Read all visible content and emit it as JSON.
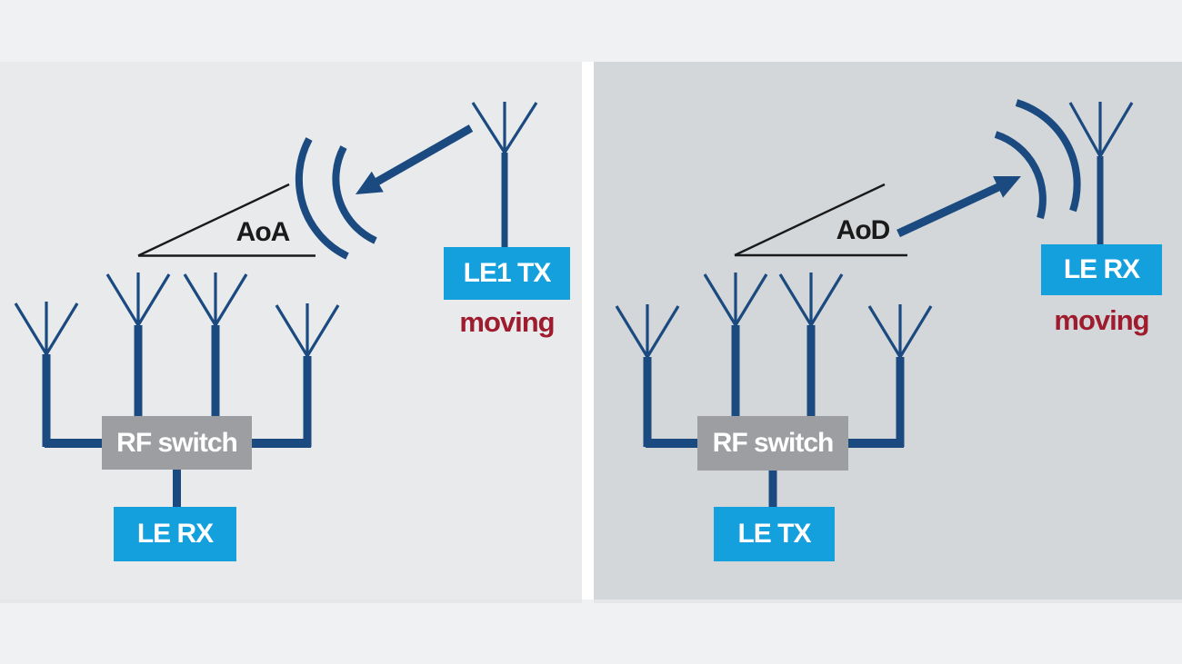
{
  "figure": {
    "left_panel": {
      "angle_label": "AoA",
      "mobile_node": {
        "label": "LE1 TX",
        "status": "moving"
      },
      "switch_label": "RF switch",
      "radio_label": "LE RX"
    },
    "right_panel": {
      "angle_label": "AoD",
      "mobile_node": {
        "label": "LE RX",
        "status": "moving"
      },
      "switch_label": "RF switch",
      "radio_label": "LE TX"
    },
    "colors": {
      "accent_blue": "#149fdd",
      "line_navy": "#1a4a80",
      "switch_gray": "#9c9ea1",
      "status_red": "#9e1c2e",
      "angle_black": "#1a1a1a",
      "panel_left_bg": "#e8eaec",
      "panel_right_bg": "#d4d7d9"
    }
  }
}
